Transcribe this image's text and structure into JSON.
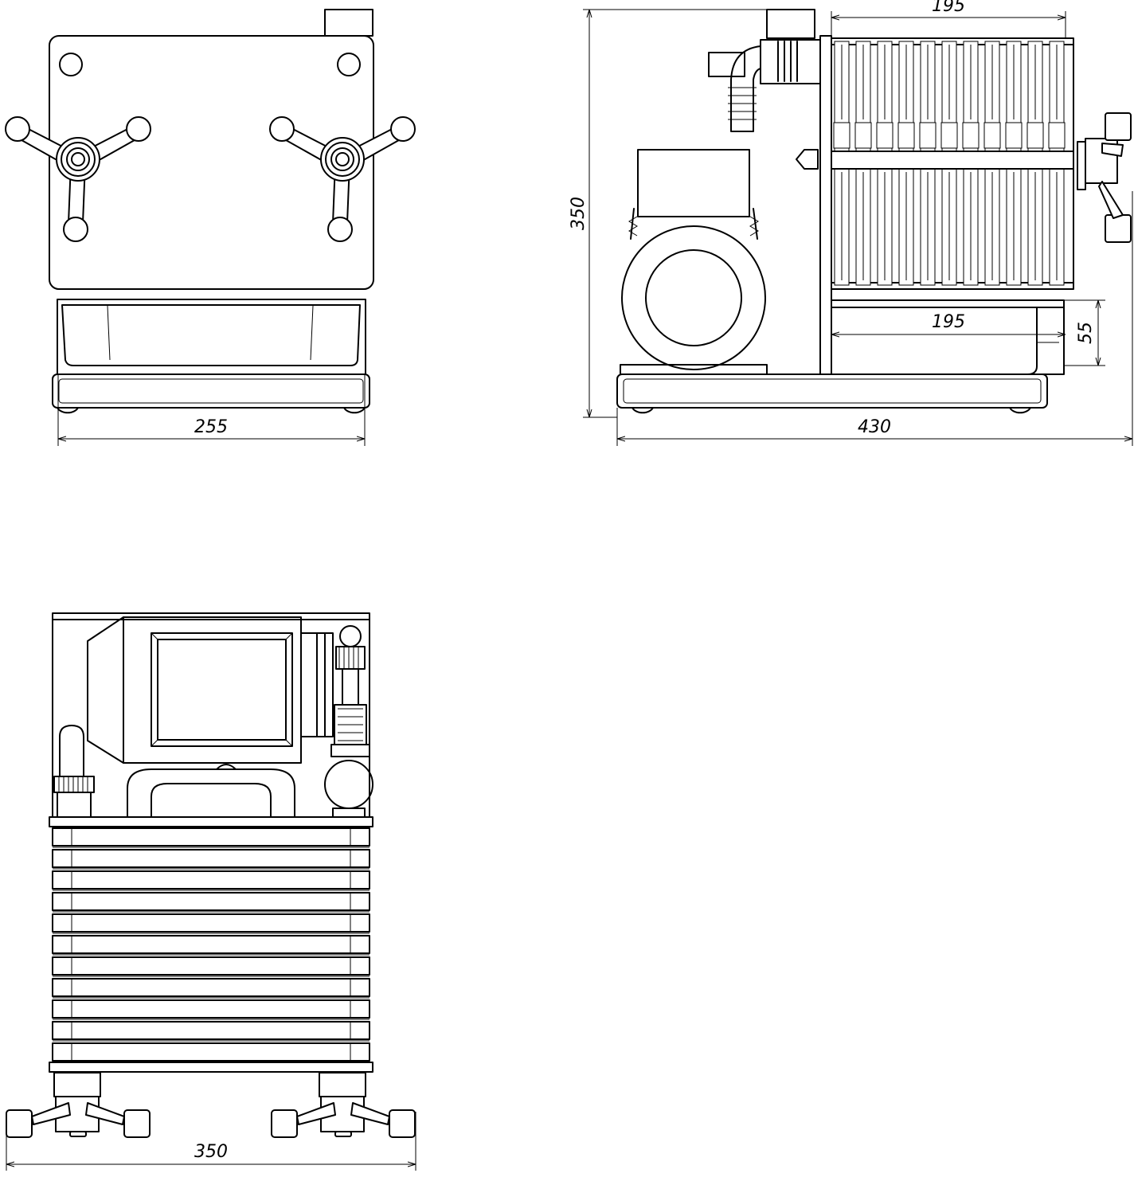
{
  "dimensions": {
    "front_width": "255",
    "side_height": "350",
    "side_top_width": "195",
    "side_tray_width": "195",
    "side_tray_height": "55",
    "side_total_length": "430",
    "top_total_width": "350"
  },
  "icons": {
    "star_knob": "star-knob-icon",
    "motor": "electric-motor-icon",
    "hose_fitting": "hose-fitting-icon"
  },
  "colors": {
    "line": "#000000",
    "background": "#ffffff"
  }
}
